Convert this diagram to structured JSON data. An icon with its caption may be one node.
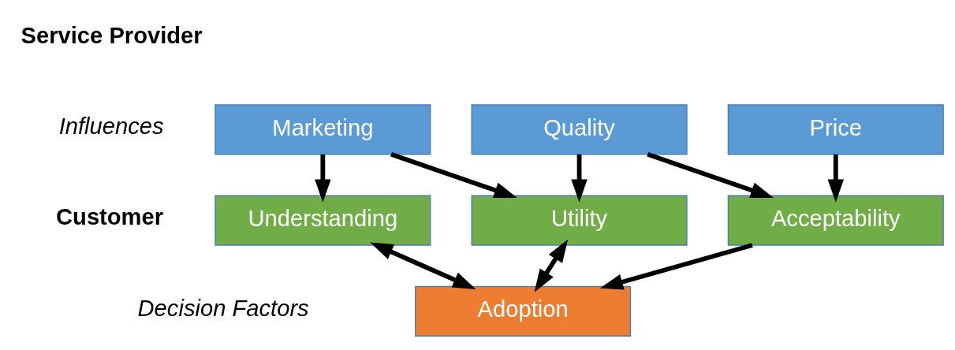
{
  "diagram": {
    "nodes": [
      {
        "text": [
          "Marketing"
        ]
      },
      {
        "text": [
          "Quality"
        ]
      },
      {
        "text": [
          "Price"
        ]
      },
      {
        "text": [
          "Understanding"
        ]
      },
      {
        "text": [
          "Utility"
        ]
      },
      {
        "text": [
          "Acceptability"
        ]
      },
      {
        "text": [
          "Adoption"
        ]
      }
    ],
    "edges": [
      {
        "from": 0,
        "to": 3,
        "arrow": "to"
      },
      {
        "from": 0,
        "to": 4,
        "arrow": "to"
      },
      {
        "from": 1,
        "to": 4,
        "arrow": "to"
      },
      {
        "from": 1,
        "to": 5,
        "arrow": "to"
      },
      {
        "from": 2,
        "to": 5,
        "arrow": "to"
      },
      {
        "from": 3,
        "to": 6,
        "arrow": "both"
      },
      {
        "from": 4,
        "to": 6,
        "arrow": "both"
      },
      {
        "from": 5,
        "to": 6,
        "arrow": "to"
      }
    ],
    "labels": [
      "Service Provider",
      "Influences",
      "Customer",
      "Decision Factors"
    ]
  }
}
